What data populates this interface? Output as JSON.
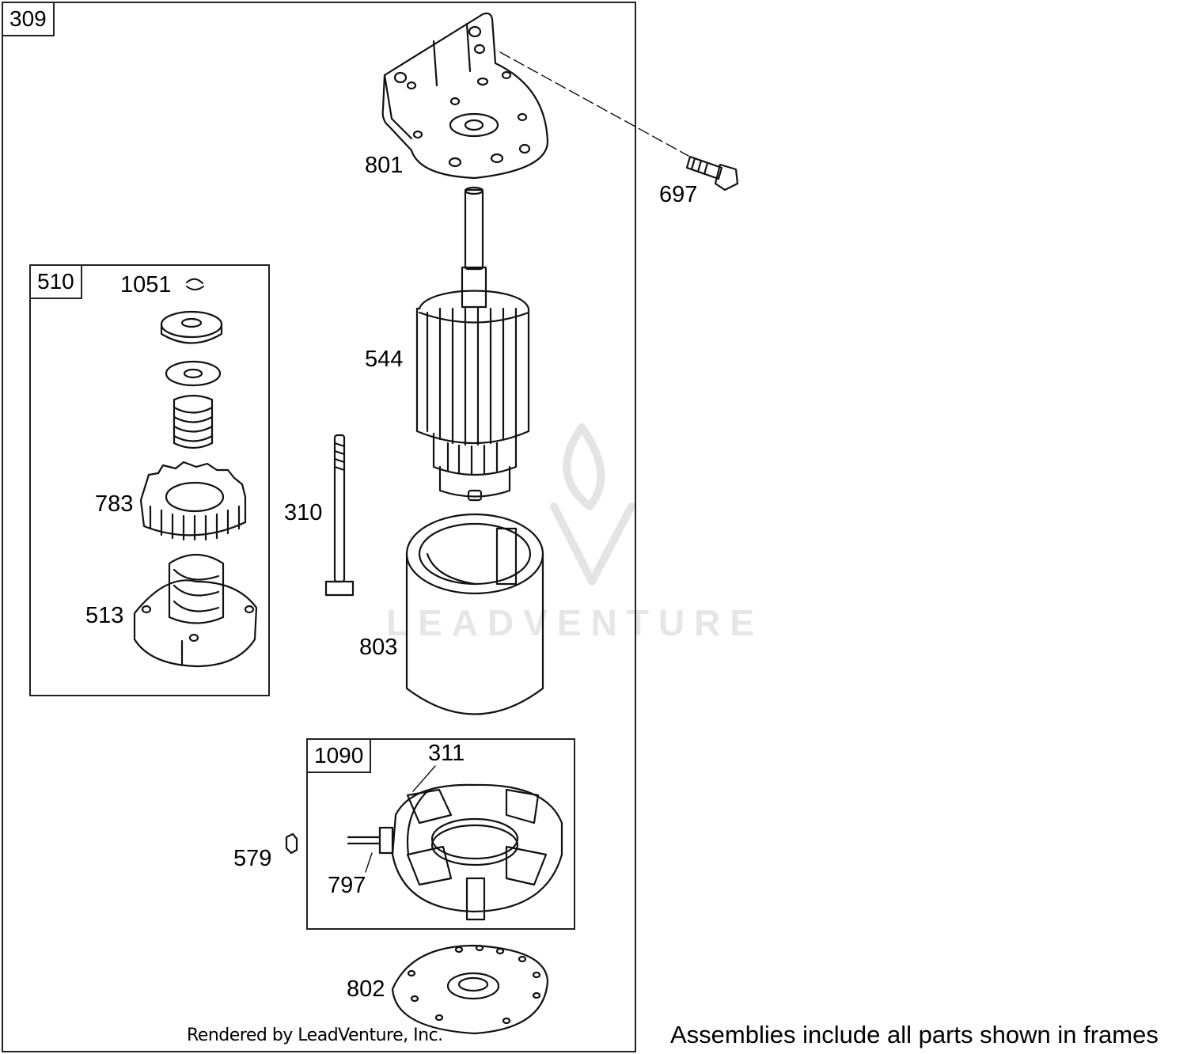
{
  "frames": {
    "main": "309",
    "drive_assembly": "510",
    "brush_assembly": "1090"
  },
  "callouts": {
    "mounting_bracket": "801",
    "screw": "697",
    "retaining_ring": "1051",
    "armature": "544",
    "pinion_gear": "783",
    "thru_bolt": "310",
    "drive_housing": "513",
    "motor_housing": "803",
    "brush": "311",
    "nut": "579",
    "terminal_stud": "797",
    "end_cap": "802"
  },
  "footer": {
    "rendered_by": "Rendered by LeadVenture, Inc.",
    "note": "Assemblies include all parts shown in frames"
  },
  "watermark": {
    "text": "LEADVENTURE"
  }
}
